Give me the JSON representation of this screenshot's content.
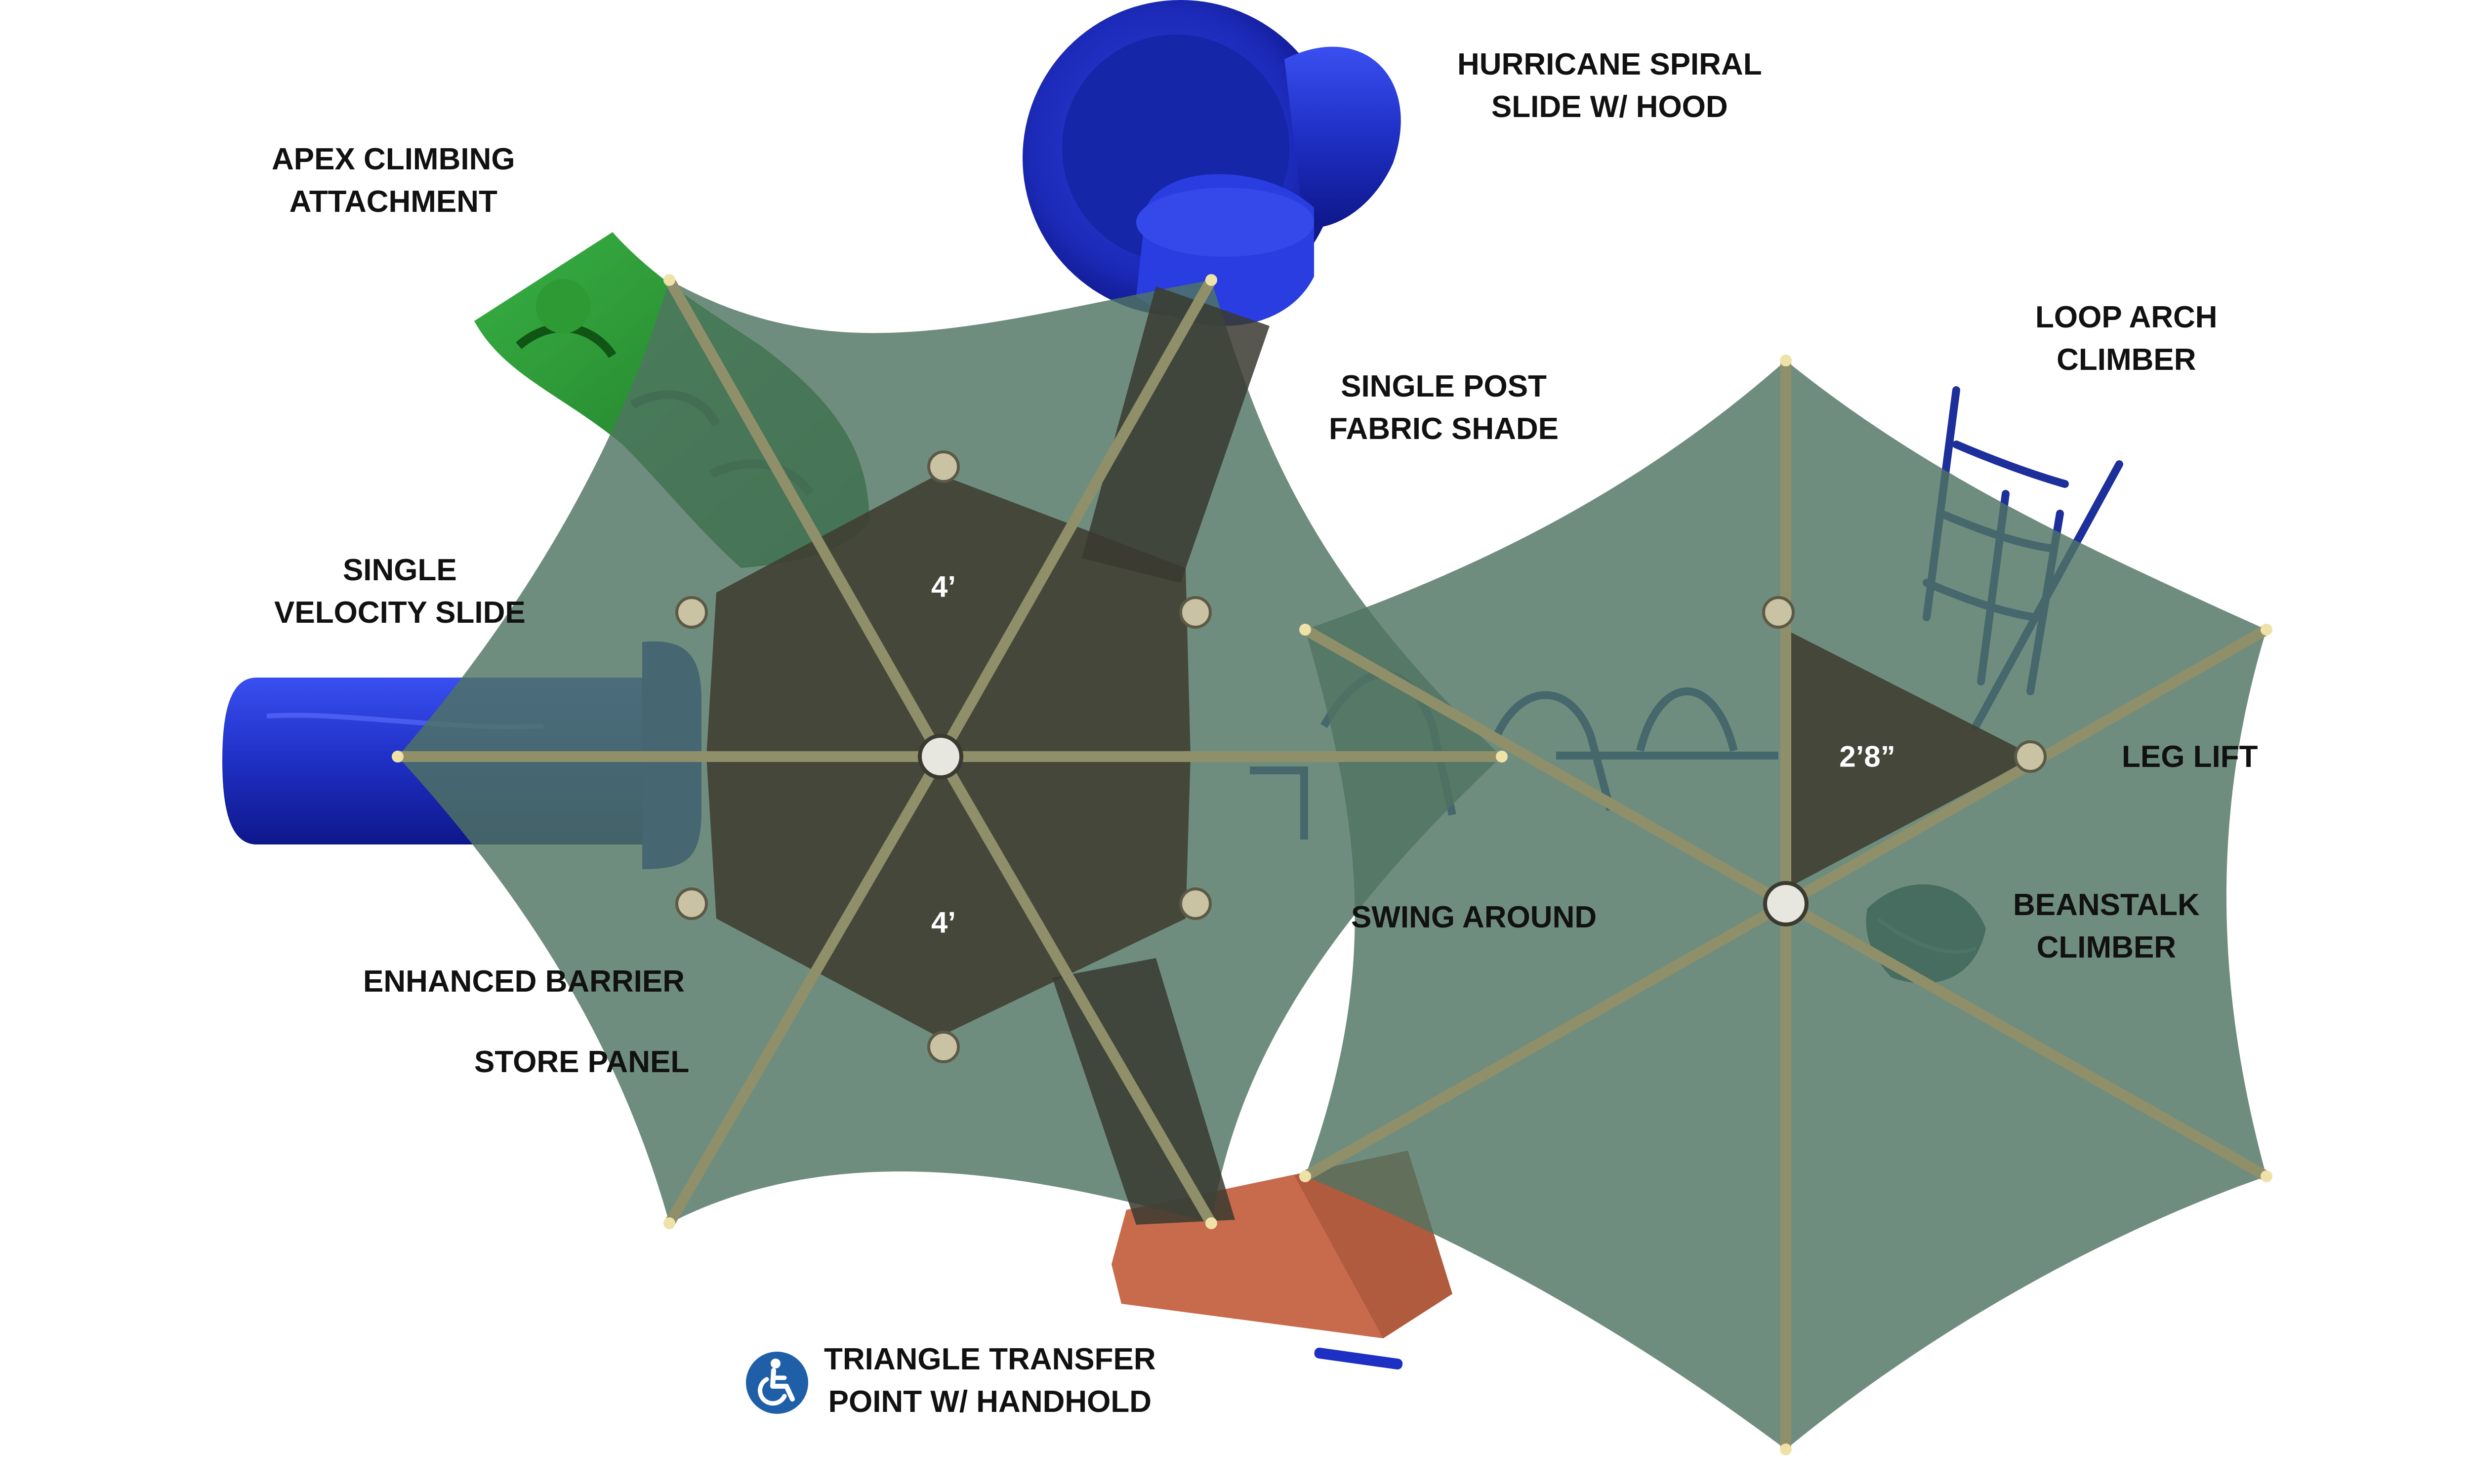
{
  "labels": {
    "hurricane_slide": [
      "HURRICANE SPIRAL",
      "SLIDE W/ HOOD"
    ],
    "apex_climber": [
      "APEX CLIMBING",
      "ATTACHMENT"
    ],
    "loop_arch": [
      "LOOP ARCH",
      "CLIMBER"
    ],
    "fabric_shade": [
      "SINGLE POST",
      "FABRIC SHADE"
    ],
    "velocity_slide": [
      "SINGLE",
      "VELOCITY SLIDE"
    ],
    "leg_lift": [
      "LEG LIFT"
    ],
    "beanstalk": [
      "BEANSTALK",
      "CLIMBER"
    ],
    "swing_around": [
      "SWING AROUND"
    ],
    "enhanced_barrier": [
      "ENHANCED BARRIER"
    ],
    "store_panel": [
      "STORE PANEL"
    ],
    "transfer_point": [
      "TRIANGLE TRANSFER",
      "POINT W/ HANDHOLD"
    ]
  },
  "dimensions": {
    "upper_deck": "4’",
    "lower_deck": "4’",
    "triangle_deck": "2’8”"
  },
  "icons": {
    "accessibility": "wheelchair-accessibility-icon"
  },
  "colors": {
    "shade_fabric": "#4f7462",
    "deck": "#3f3f33",
    "slide_blue": "#2330d0",
    "climber_green": "#1f8a2a",
    "transfer_terracotta": "#c86a4c",
    "post_khaki": "#8f8f6a",
    "access_badge": "#1e5fa8"
  }
}
